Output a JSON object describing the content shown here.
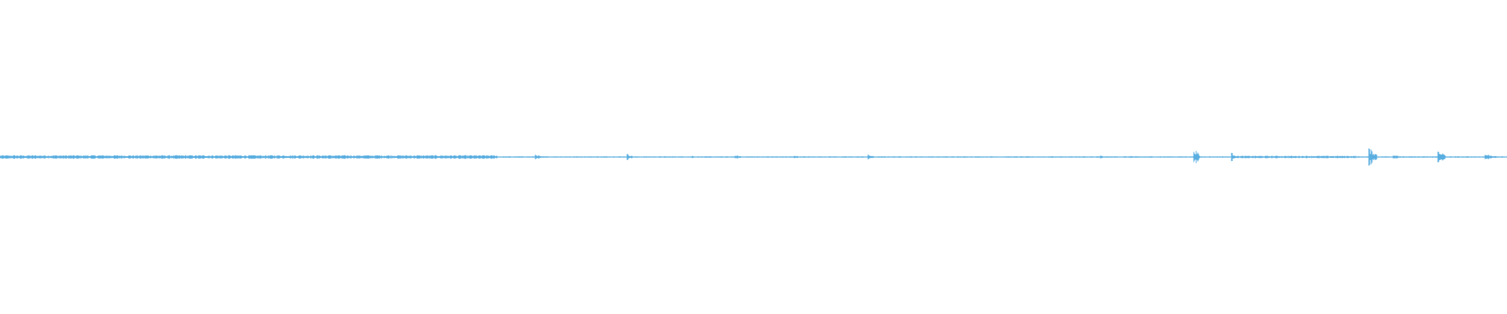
{
  "waveform": {
    "color": "#5aaee0",
    "duration_fraction_samples": 1920,
    "baseline_amplitude": 0.0,
    "noise_floor": 0.004,
    "bursts": [
      {
        "at": 0.0,
        "width": 0.33,
        "amp": 0.012
      },
      {
        "at": 0.355,
        "width": 0.004,
        "amp": 0.02
      },
      {
        "at": 0.416,
        "width": 0.004,
        "amp": 0.022
      },
      {
        "at": 0.459,
        "width": 0.003,
        "amp": 0.01
      },
      {
        "at": 0.488,
        "width": 0.005,
        "amp": 0.012
      },
      {
        "at": 0.527,
        "width": 0.003,
        "amp": 0.014
      },
      {
        "at": 0.576,
        "width": 0.004,
        "amp": 0.016
      },
      {
        "at": 0.697,
        "width": 0.003,
        "amp": 0.008
      },
      {
        "at": 0.73,
        "width": 0.004,
        "amp": 0.01
      },
      {
        "at": 0.75,
        "width": 0.003,
        "amp": 0.009
      },
      {
        "at": 0.792,
        "width": 0.004,
        "amp": 0.06
      },
      {
        "at": 0.817,
        "width": 0.004,
        "amp": 0.03
      },
      {
        "at": 0.82,
        "width": 0.08,
        "amp": 0.008
      },
      {
        "at": 0.908,
        "width": 0.006,
        "amp": 0.062
      },
      {
        "at": 0.924,
        "width": 0.006,
        "amp": 0.018
      },
      {
        "at": 0.954,
        "width": 0.005,
        "amp": 0.05
      },
      {
        "at": 0.985,
        "width": 0.008,
        "amp": 0.02
      }
    ]
  }
}
